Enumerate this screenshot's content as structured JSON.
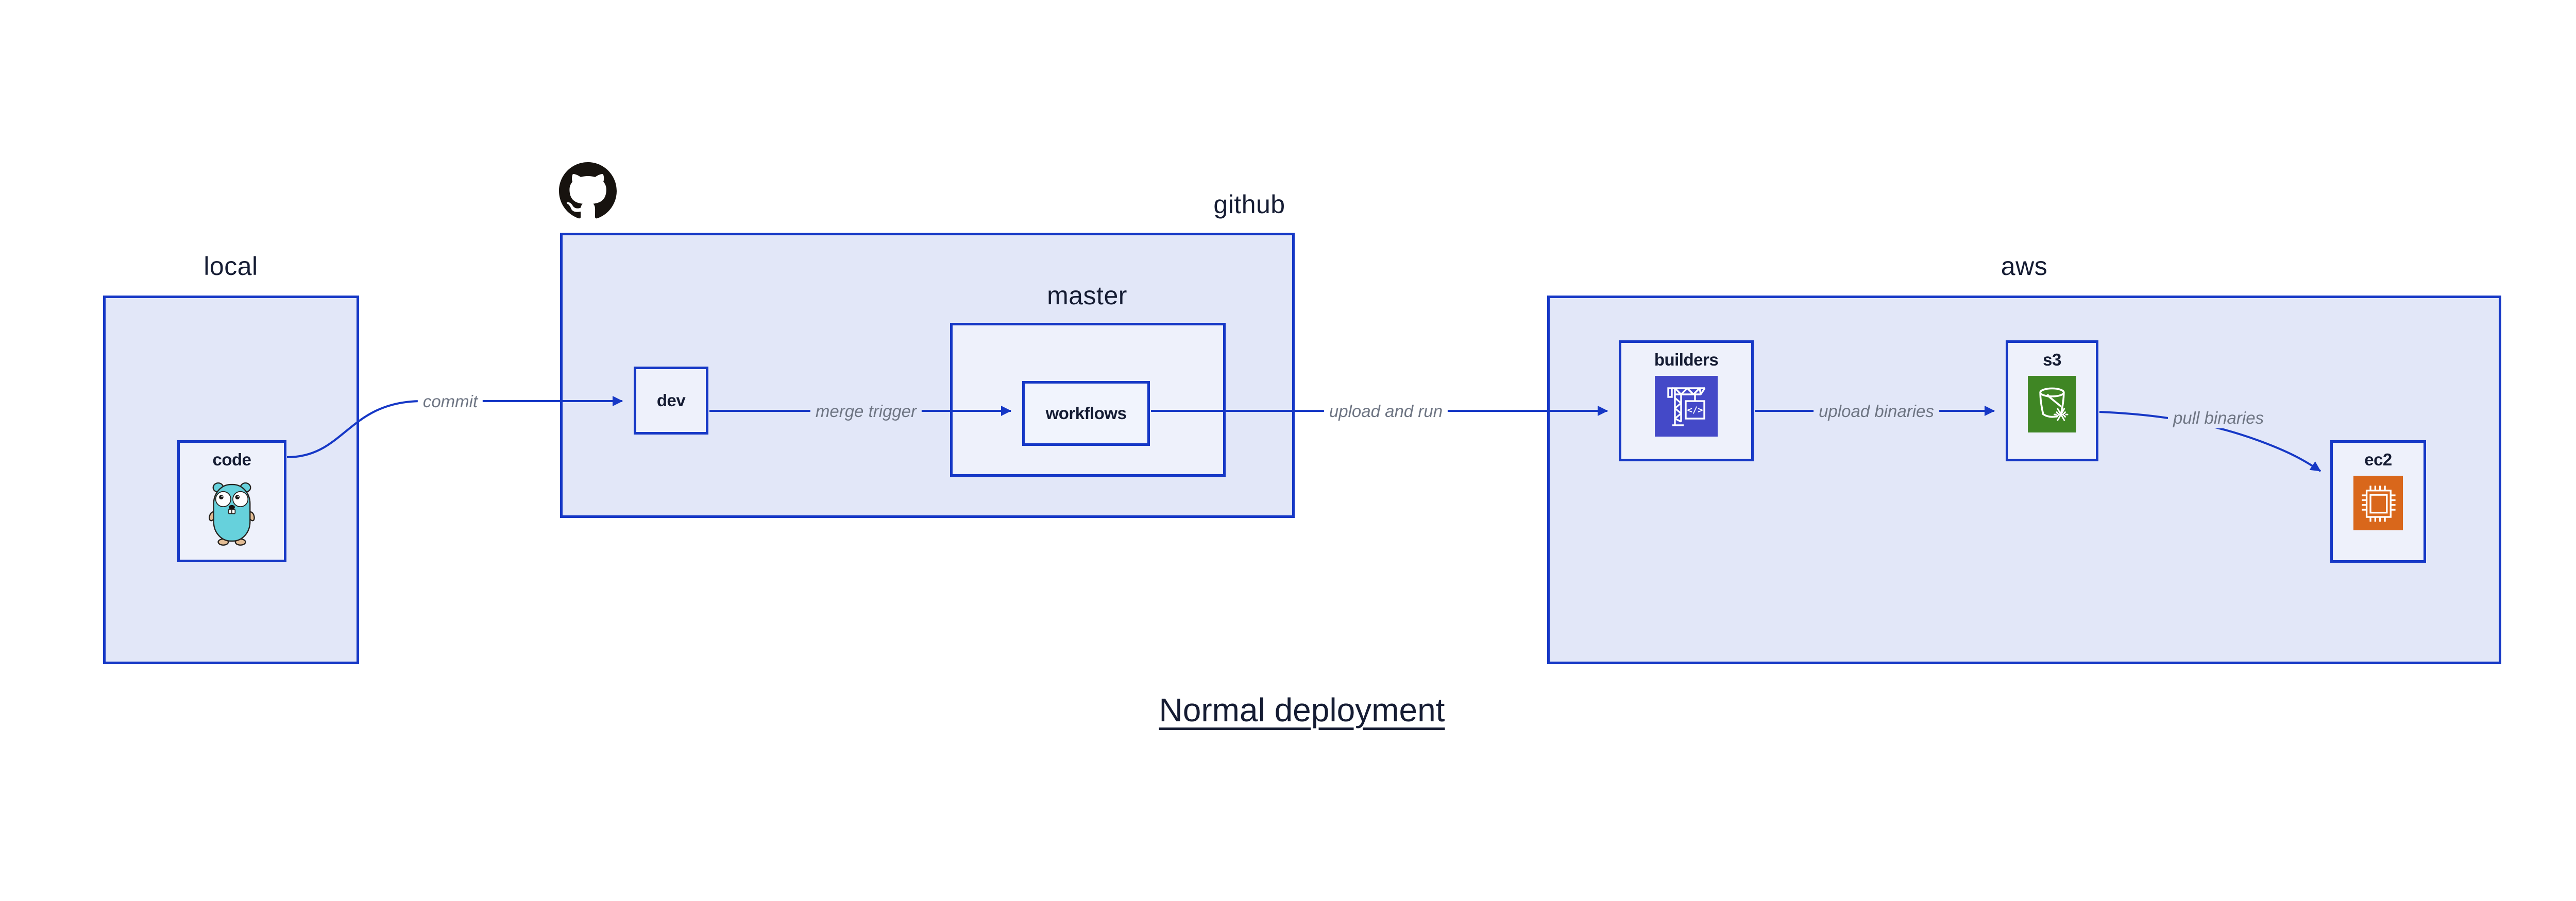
{
  "diagram_title": "Normal deployment",
  "groups": {
    "local": {
      "label": "local"
    },
    "github": {
      "label": "github",
      "logo_icon": "github-octocat-icon"
    },
    "master": {
      "label": "master"
    },
    "aws": {
      "label": "aws"
    }
  },
  "nodes": {
    "code": {
      "label": "code",
      "icon": "go-gopher-icon"
    },
    "dev": {
      "label": "dev"
    },
    "workflows": {
      "label": "workflows"
    },
    "builders": {
      "label": "builders",
      "icon": "codebuild-crane-icon",
      "icon_glyph": "</>"
    },
    "s3": {
      "label": "s3",
      "icon": "s3-glacier-bucket-icon"
    },
    "ec2": {
      "label": "ec2",
      "icon": "ec2-chip-icon"
    }
  },
  "edges": {
    "commit": {
      "label": "commit"
    },
    "merge_trigger": {
      "label": "merge trigger"
    },
    "upload_and_run": {
      "label": "upload and run"
    },
    "upload_binaries": {
      "label": "upload binaries"
    },
    "pull_binaries": {
      "label": "pull binaries"
    }
  },
  "colors": {
    "box_border": "#1638c6",
    "outer_box_fill": "#e2e7f8",
    "inner_box_fill": "#eef1fb",
    "label_text": "#151c33",
    "edge_label_text": "#6e7583",
    "octocat": "#17130f",
    "builders_icon_bg": "#4449c8",
    "s3_icon_bg": "#3f8624",
    "ec2_icon_bg": "#d9671b",
    "gopher_body": "#66d1dc",
    "gopher_accent": "#e3bd95"
  }
}
